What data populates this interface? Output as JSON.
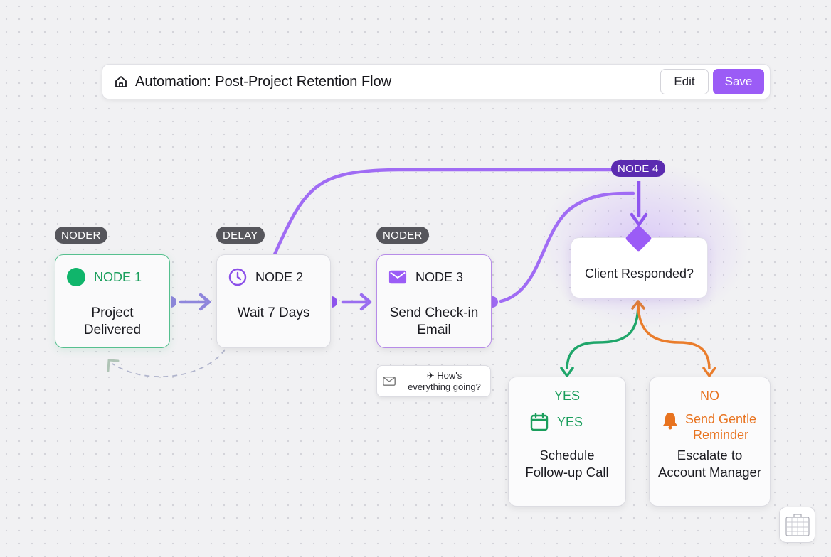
{
  "toolbar": {
    "title": "Automation: Post-Project Retention Flow",
    "edit_label": "Edit",
    "save_label": "Save"
  },
  "chips": {
    "node1": "NODER",
    "node2": "DELAY",
    "node3": "NODER",
    "node4": "NODE 4"
  },
  "nodes": [
    {
      "id": "NODE 1",
      "icon": "green-dot-icon",
      "body": [
        "Project",
        "Delivered"
      ]
    },
    {
      "id": "NODE 2",
      "icon": "clock-icon",
      "body": [
        "Wait 7 Days"
      ]
    },
    {
      "id": "NODE 3",
      "icon": "mail-icon",
      "body": [
        "Send Check-in",
        "Email"
      ]
    }
  ],
  "note": {
    "icon": "mail-icon",
    "text": [
      "✈ How's",
      "everything going?"
    ]
  },
  "decision": {
    "label": "Client Responded?"
  },
  "branches": {
    "yes": {
      "label": "YES",
      "icon": "calendar-icon",
      "sub": "YES",
      "body": [
        "Schedule",
        "Follow-up Call"
      ]
    },
    "no": {
      "label": "NO",
      "icon": "bell-icon",
      "sub": [
        "Send Gentle",
        "Reminder"
      ],
      "body": [
        "Escalate to",
        "Account Manager"
      ]
    }
  },
  "colors": {
    "accent": "#9b5cf6",
    "success": "#1a9e5c",
    "warning": "#e8731f",
    "chip": "#56565c"
  }
}
